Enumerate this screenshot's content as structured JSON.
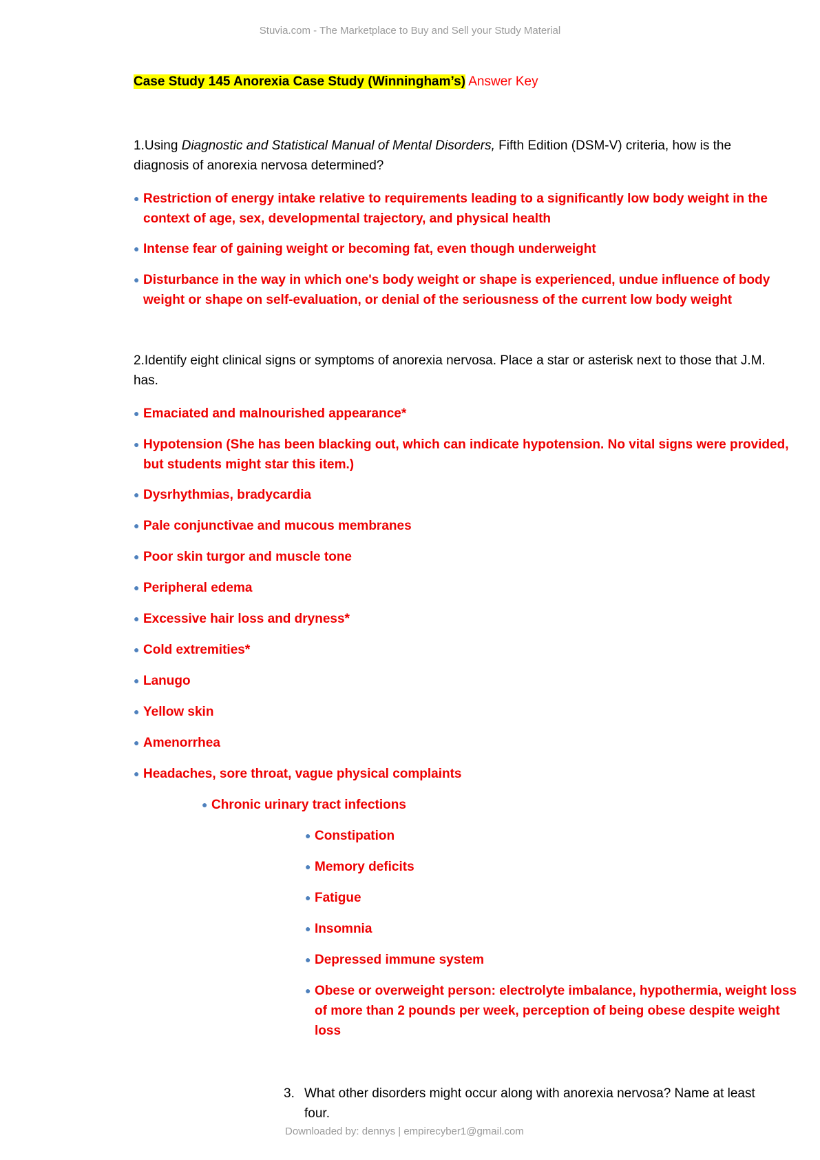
{
  "header": "Stuvia.com - The Marketplace to Buy and Sell your Study Material",
  "title": {
    "highlighted": "Case Study 145 Anorexia Case Study (Winningham’s)",
    "suffix": " Answer Key"
  },
  "q1": {
    "number": "1.",
    "pre": "Using ",
    "italic": "Diagnostic and Statistical Manual of Mental Disorders,",
    "post": " Fifth Edition (DSM-V) criteria, how is the",
    "line2": "diagnosis of anorexia nervosa determined?"
  },
  "q1_answers": [
    {
      "l1": "Restriction of energy intake relative to requirements leading to a significantly low body weight in the",
      "l2": "context of age, sex, developmental trajectory, and physical health"
    },
    {
      "l1": "Intense fear of gaining weight or becoming fat, even though underweight",
      "l2": ""
    },
    {
      "l1": "Disturbance in the way in which one's body weight or shape is experienced, undue influence of body",
      "l2": "weight or shape on self-evaluation, or denial of the seriousness of the current low body weight"
    }
  ],
  "q2": {
    "number": "2.",
    "line1": "Identify eight clinical signs or symptoms of anorexia nervosa. Place a star or asterisk next to those that J.M.",
    "line2": "has."
  },
  "q2_answers": [
    {
      "l1": "Emaciated and malnourished appearance*",
      "l2": ""
    },
    {
      "l1": "Hypotension (She has been blacking out, which can indicate hypotension. No vital signs were provided,",
      "l2": "but students might star this item.)"
    },
    {
      "l1": "Dysrhythmias, bradycardia",
      "l2": ""
    },
    {
      "l1": "Pale conjunctivae and mucous membranes",
      "l2": ""
    },
    {
      "l1": "Poor skin turgor and muscle tone",
      "l2": ""
    },
    {
      "l1": "Peripheral edema",
      "l2": ""
    },
    {
      "l1": "Excessive hair loss and dryness*",
      "l2": ""
    },
    {
      "l1": "Cold extremities*",
      "l2": ""
    },
    {
      "l1": "Lanugo",
      "l2": ""
    },
    {
      "l1": "Yellow skin",
      "l2": ""
    },
    {
      "l1": "Amenorrhea",
      "l2": ""
    },
    {
      "l1": "Headaches, sore throat, vague physical complaints",
      "l2": ""
    },
    {
      "l1": "Chronic urinary tract infections",
      "l2": ""
    },
    {
      "l1": "Constipation",
      "l2": ""
    },
    {
      "l1": "Memory deficits",
      "l2": ""
    },
    {
      "l1": "Fatigue",
      "l2": ""
    },
    {
      "l1": "Insomnia",
      "l2": ""
    },
    {
      "l1": "Depressed immune system",
      "l2": ""
    },
    {
      "l1": "Obese or overweight person: electrolyte imbalance, hypothermia, weight loss",
      "l2": "of more than 2 pounds per week, perception of being obese despite weight",
      "l3": "loss"
    }
  ],
  "q3": {
    "number": "3.",
    "line1": "What other disorders might occur along with anorexia nervosa? Name at least",
    "line2": "four."
  },
  "footer": "Downloaded by: dennys | empirecyber1@gmail.com",
  "colors": {
    "answer_text": "#ee0000",
    "bullet": "#4f81bd",
    "highlight": "#ffff00",
    "header_footer": "#9a9a9a"
  }
}
